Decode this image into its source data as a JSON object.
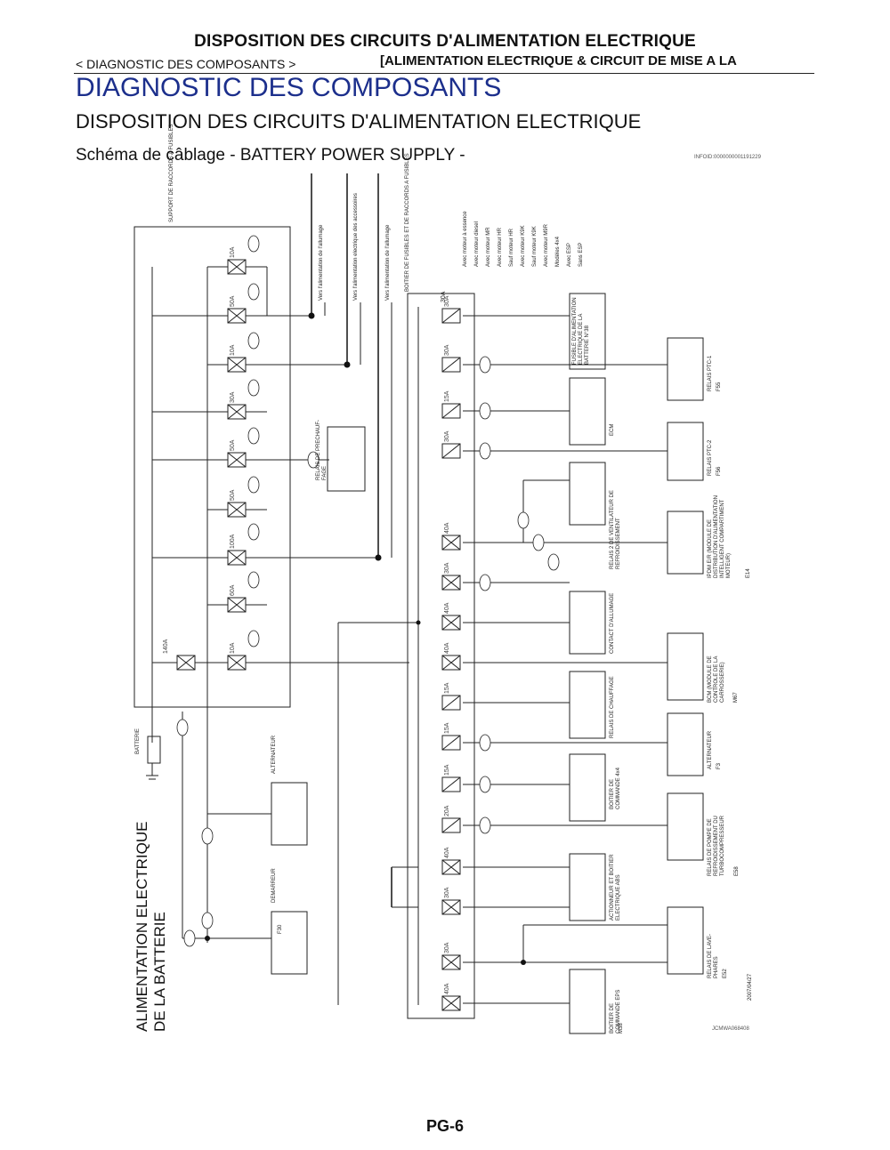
{
  "header": {
    "title": "DISPOSITION DES CIRCUITS D'ALIMENTATION ELECTRIQUE",
    "breadcrumb": "< DIAGNOSTIC DES COMPOSANTS >",
    "section": "[ALIMENTATION ELECTRIQUE & CIRCUIT DE MISE A LA"
  },
  "main_title": "DIAGNOSTIC DES COMPOSANTS",
  "subtitle": "DISPOSITION DES CIRCUITS D'ALIMENTATION ELECTRIQUE",
  "schema_title": "Schéma de câblage - BATTERY POWER SUPPLY -",
  "ref_code": "INFOID:0000000001191229",
  "diagram": {
    "side_title_1": "ALIMENTATION ELECTRIQUE",
    "side_title_2": "DE LA BATTERIE",
    "battery_label": "BATTERIE",
    "fuse_support_label": "SUPPORT DE RACCORDS A FUSIBLES",
    "fuse_box_label": "BOITIER DE FUSIBLES ET DE RACCORDS A FUSIBLES",
    "ignition_lines": [
      "Vers l'alimentation de l'allumage",
      "Vers l'alimentation electrique des accessoires",
      "Vers l'alimentation de l'allumage"
    ],
    "legend": [
      "Avec moteur à essence",
      "Avec moteur diesel",
      "Avec moteur MR",
      "Avec moteur HR",
      "Sauf moteur HR",
      "Avec moteur K9K",
      "Sauf moteur K9K",
      "Avec moteur M9R",
      "Modèles 4x4",
      "Avec ESP",
      "Sans ESP"
    ],
    "left_fuses": [
      "10A",
      "50A",
      "10A",
      "30A",
      "50A",
      "50A",
      "100A",
      "60A",
      "10A"
    ],
    "main_fuse": "140A",
    "right_fuses": [
      "30A",
      "30A",
      "15A",
      "30A",
      "40A",
      "30A",
      "40A",
      "40A",
      "15A",
      "15A",
      "15A",
      "20A",
      "40A",
      "30A",
      "30A",
      "40A"
    ],
    "components": {
      "relais_prechauffage": "RELAIS DE PRECHAUF- FAGE",
      "alternateur_left": "ALTERNATEUR",
      "demarreur": "DEMARREUR",
      "fusible_batterie": "FUSIBLE D'ALIMENTATION ELECTRIQUE DE LA BATTERIE N°38",
      "ecm": "ECM",
      "relais_ventilateur": "RELAIS 2 DE VENTILATEUR DE REFROIDISSEMENT",
      "contact_allumage": "CONTACT D'ALLUMAGE",
      "relais_chauffage": "RELAIS DE CHAUFFAGE",
      "boitier_4x4": "BOITIER DE COMMANDE 4x4",
      "actionneur_abs": "ACTIONNEUR ET BOITIER ELECTRIQUE ABS",
      "boitier_eps": "BOITIER DE COMMANDE EPS",
      "relais_ptc1": "RELAIS PTC-1",
      "relais_ptc2": "RELAIS PTC-2",
      "ipdm": "IPDM E/R (MODULE DE DISTRIBUTION D'ALIMENTATION INTELLIGENT COMPARTIMENT MOTEUR)",
      "bcm": "BCM (MODULE DE CONTROLE DE LA CARROSSERIE)",
      "alternateur_right": "ALTERNATEUR",
      "relais_pompe": "RELAIS DE POMPE DE REFROIDISSEMENT DU TURBOCOMPRESSEUR",
      "relais_lave_phares": "RELAIS DE LAVE-PHARES"
    },
    "connector_codes": {
      "ptc1": "F55",
      "ptc2": "F56",
      "ipdm": "E14",
      "bcm": "M67",
      "alt": "F3",
      "pompe": "E58",
      "lave_phares": "E52",
      "demarreur": "F30",
      "eps": "M38"
    },
    "drawing_code": "JCMWA068408",
    "date": "2007/04/27"
  },
  "page_number": "PG-6"
}
